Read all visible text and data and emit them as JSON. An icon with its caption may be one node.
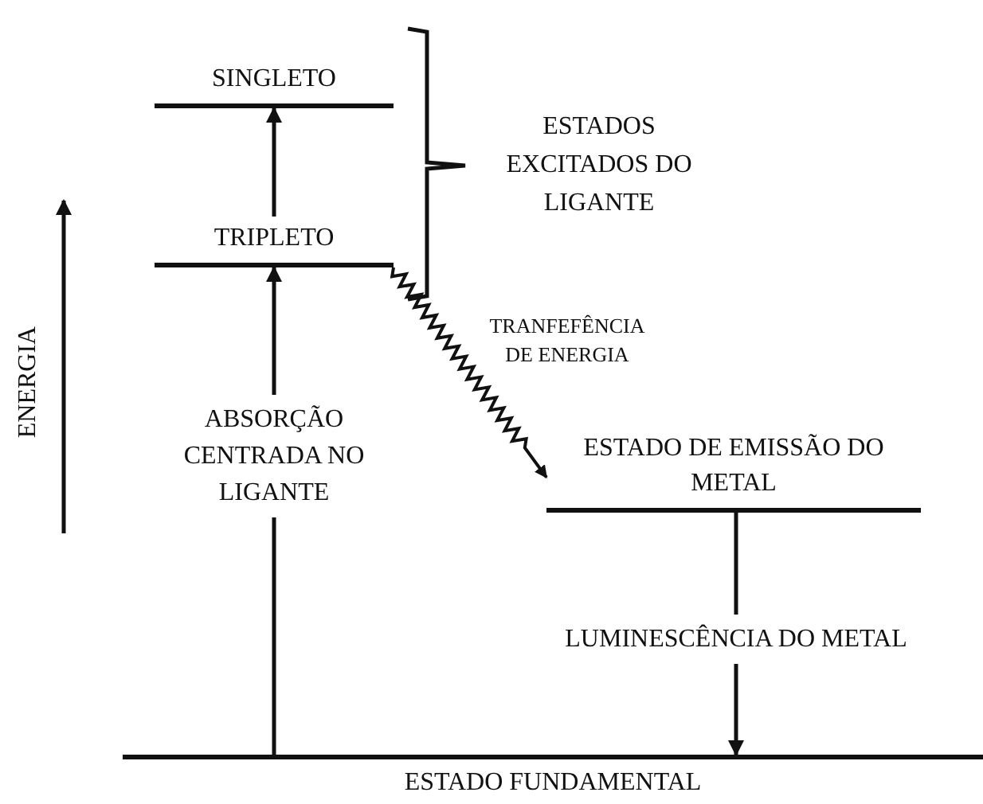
{
  "diagram": {
    "nodes": [
      {
        "text": [
          "SINGLETO"
        ]
      },
      {
        "text": [
          "TRIPLETO"
        ]
      },
      {
        "text": [
          "ESTADO DE EMISSÃO DO METAL"
        ]
      },
      {
        "text": [
          "ESTADO FUNDAMENTAL"
        ]
      }
    ],
    "edges": [
      {
        "from": 1,
        "to": 0,
        "arrow": "to"
      },
      {
        "from": 3,
        "to": 1,
        "arrow": "to",
        "label": "ABSORÇÃO CENTRADA NO LIGANTE"
      },
      {
        "from": 1,
        "to": 2,
        "arrow": "to",
        "label": "TRANFEFÊNCIA DE ENERGIA"
      },
      {
        "from": 2,
        "to": 3,
        "arrow": "to",
        "label": "LUMINESCÊNCIA DO METAL"
      }
    ],
    "labels": [
      "ESTADOS EXCITADOS DO LIGANTE",
      "ENERGIA"
    ]
  }
}
